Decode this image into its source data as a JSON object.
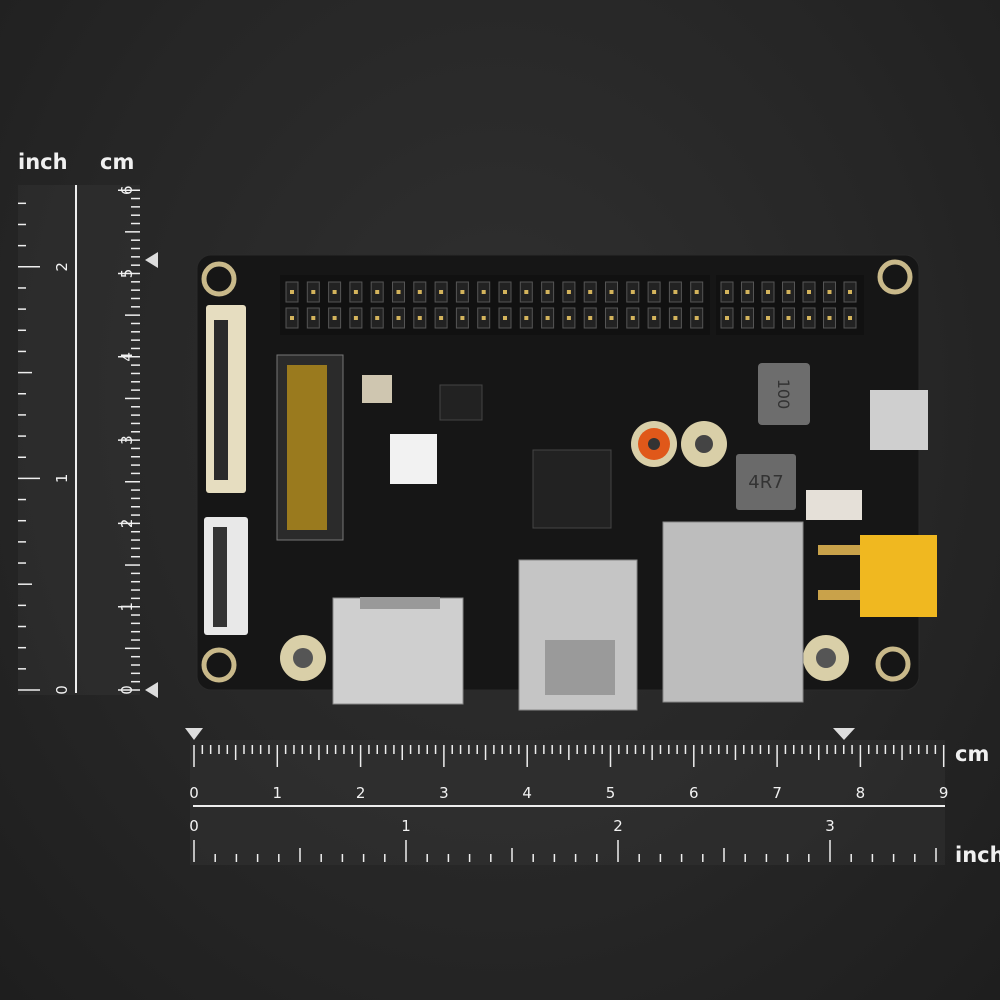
{
  "rulers": {
    "vertical": {
      "unit_left": "inch",
      "unit_right": "cm",
      "cm_labels": [
        "0",
        "1",
        "2",
        "3",
        "4",
        "5",
        "6"
      ],
      "inch_labels": [
        "0",
        "1",
        "2"
      ]
    },
    "horizontal": {
      "unit_top": "cm",
      "unit_bottom": "inch",
      "cm_labels": [
        "0",
        "1",
        "2",
        "3",
        "4",
        "5",
        "6",
        "7",
        "8",
        "9"
      ],
      "inch_labels": [
        "0",
        "1",
        "2",
        "3"
      ]
    }
  },
  "board": {
    "inductor_large": "100",
    "inductor_small": "4R7",
    "colors": {
      "pcb": "#151515",
      "pad": "#d9cfa8",
      "connector_yellow": "#f0b820",
      "metal": "#b8b8b8",
      "rca": "#e0581a"
    }
  }
}
